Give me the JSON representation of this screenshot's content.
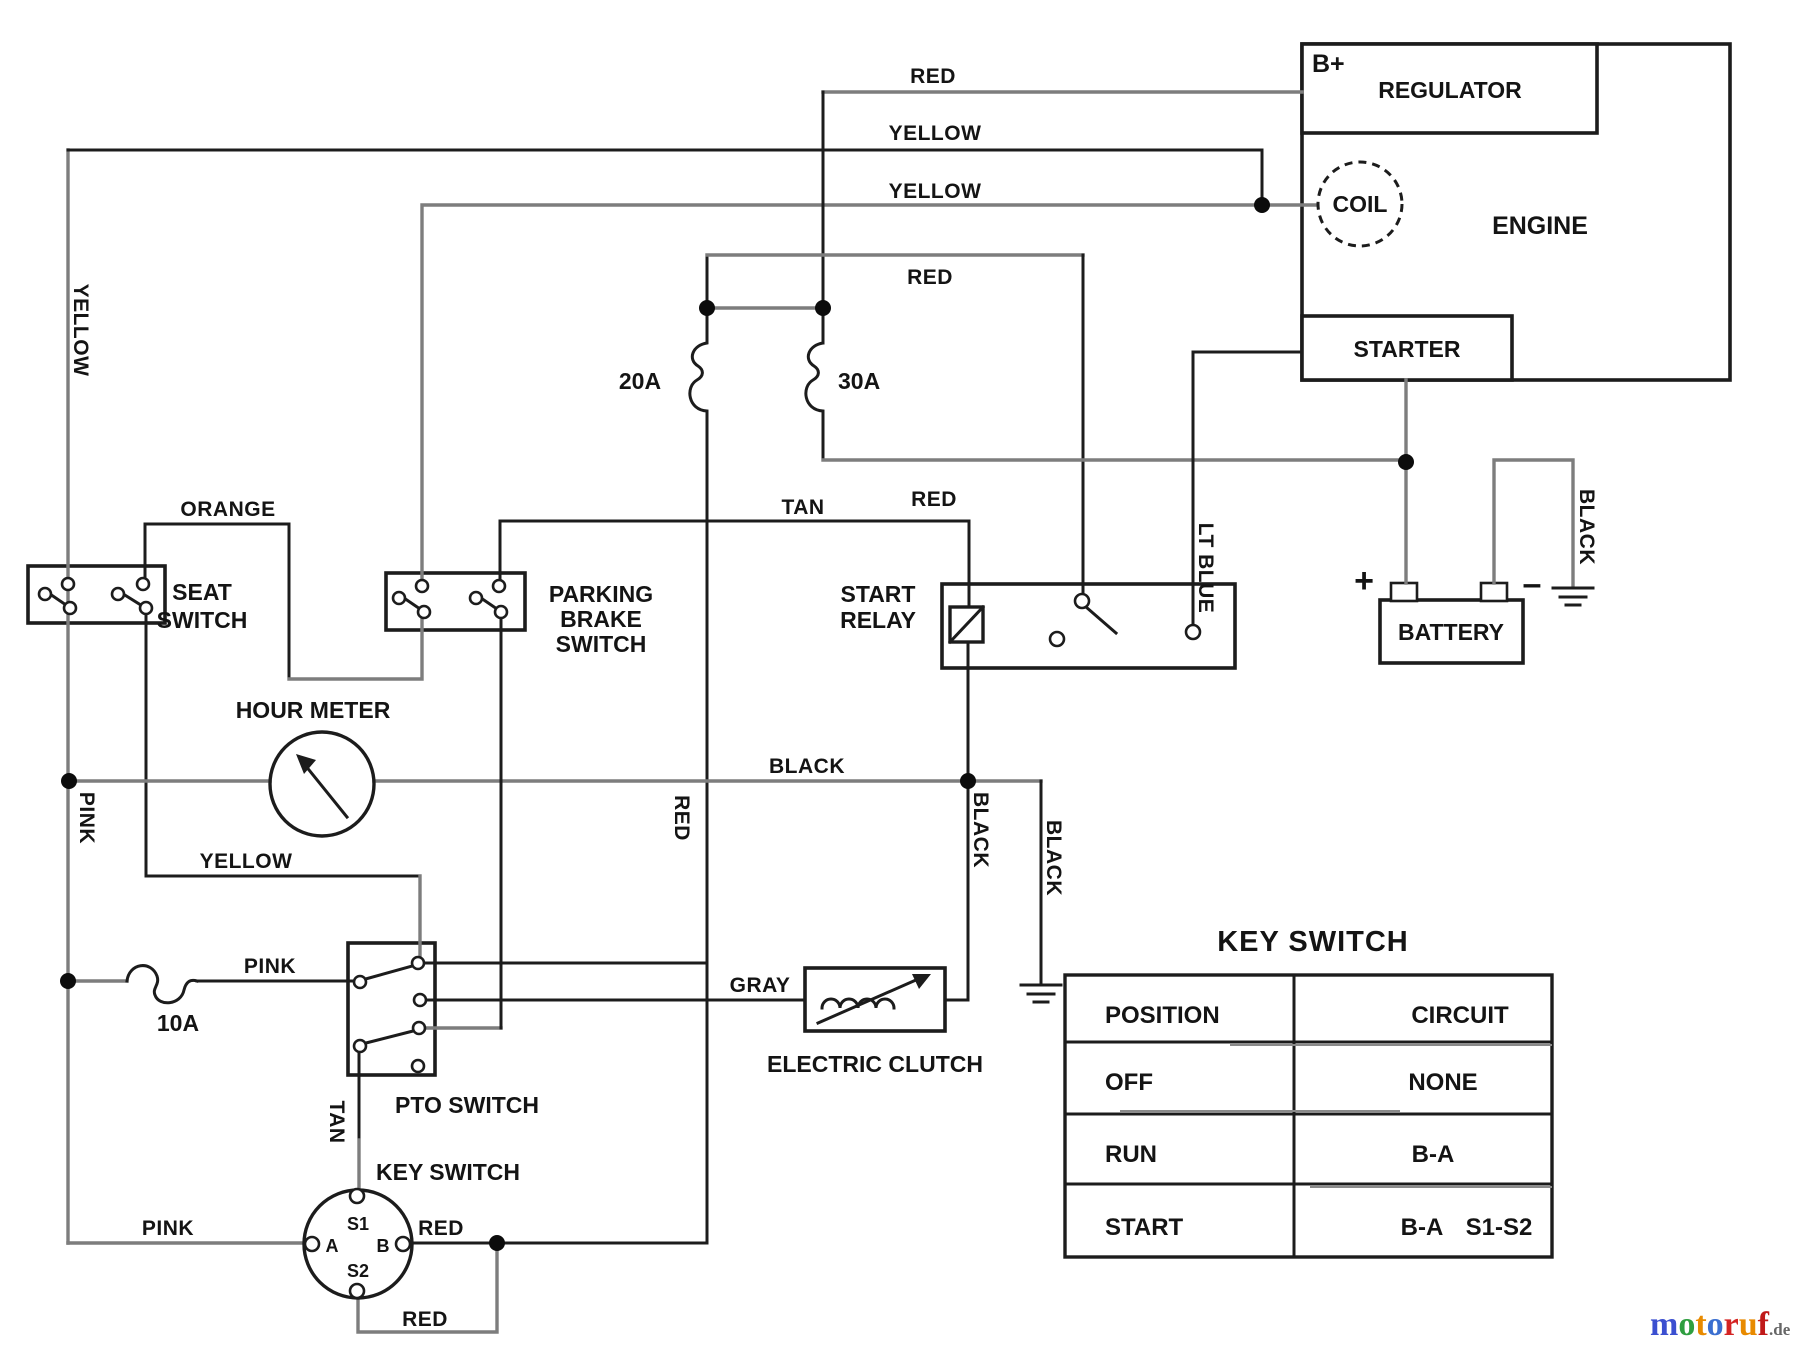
{
  "labels": {
    "red_top": "RED",
    "yellow_top": "YELLOW",
    "yellow_coil": "YELLOW",
    "red_fuses": "RED",
    "red_battery": "RED",
    "fuse20": "20A",
    "fuse30": "30A",
    "fuse10": "10A",
    "orange": "ORANGE",
    "yellow_rail": "YELLOW",
    "pink_rail": "PINK",
    "yellow_seat": "YELLOW",
    "black_meter": "BLACK",
    "black_clutch": "BLACK",
    "black_ground": "BLACK",
    "black_battery": "BLACK",
    "lt_blue": "LT BLUE",
    "gray": "GRAY",
    "red_vertical": "RED",
    "tan_relay": "TAN",
    "tan_key": "TAN",
    "pink_fuse": "PINK",
    "pink_key": "PINK",
    "red_key": "RED",
    "red_s2": "RED"
  },
  "components": {
    "seat_1": "SEAT",
    "seat_2": "SWITCH",
    "hour_meter": "HOUR METER",
    "parking_1": "PARKING",
    "parking_2": "BRAKE",
    "parking_3": "SWITCH",
    "relay_1": "START",
    "relay_2": "RELAY",
    "pto": "PTO SWITCH",
    "key_switch": "KEY SWITCH",
    "clutch": "ELECTRIC CLUTCH",
    "engine": "ENGINE",
    "regulator": "REGULATOR",
    "coil": "COIL",
    "starter": "STARTER",
    "battery": "BATTERY",
    "b_plus": "B+",
    "plus": "+",
    "minus": "–"
  },
  "key_terminals": {
    "s1": "S1",
    "a": "A",
    "b": "B",
    "s2": "S2"
  },
  "table": {
    "title": "KEY SWITCH",
    "col1": "POSITION",
    "col2": "CIRCUIT",
    "r1c1": "OFF",
    "r1c2": "NONE",
    "r2c1": "RUN",
    "r2c2": "B-A",
    "r3c1": "START",
    "r3c2": "B-A",
    "r3c3": "S1-S2"
  },
  "logo": {
    "l1": "m",
    "c1": "#3b4fd0",
    "l2": "o",
    "c2": "#2e9e3f",
    "l3": "t",
    "c3": "#e88a00",
    "l4": "o",
    "c4": "#3b6fd0",
    "l5": "r",
    "c5": "#d42323",
    "l6": "u",
    "c6": "#e88a00",
    "l7": "f",
    "c7": "#c01919",
    "suffix": ".de",
    "suffix_color": "#666666"
  }
}
